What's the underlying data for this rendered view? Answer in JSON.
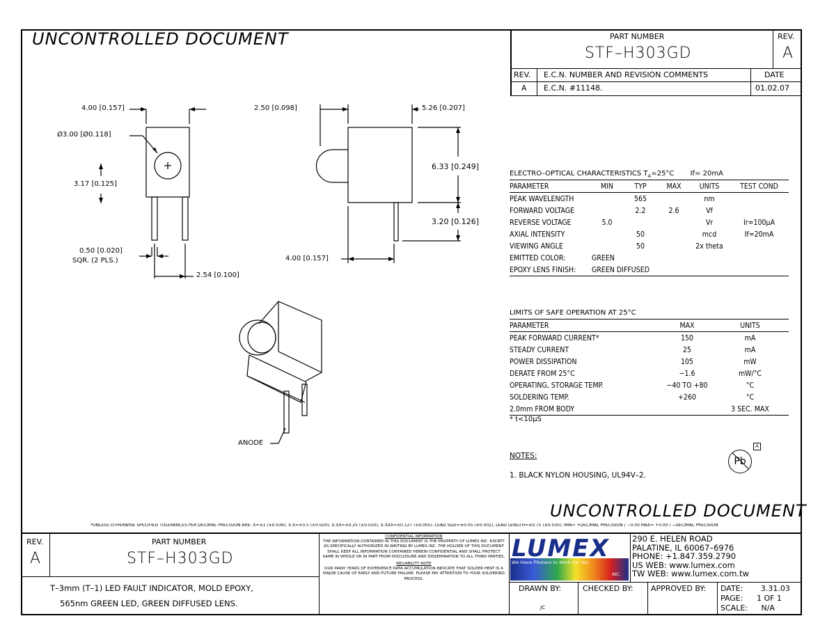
{
  "watermark_top": "UNCONTROLLED DOCUMENT",
  "watermark_bottom": "UNCONTROLLED DOCUMENT",
  "title_block_top": {
    "part_number_label": "PART NUMBER",
    "part_number": "STF–H303GD",
    "rev_label": "REV.",
    "rev": "A"
  },
  "revision_table": {
    "headers": [
      "REV.",
      "E.C.N. NUMBER AND REVISION COMMENTS",
      "DATE"
    ],
    "rows": [
      [
        "A",
        "E.C.N. #11148.",
        "01.02.07"
      ]
    ]
  },
  "dimensions": {
    "d1": "4.00 [0.157]",
    "d2": "Ø3.00 [Ø0.118]",
    "d3": "3.17 [0.125]",
    "d4": "0.50 [0.020]",
    "d4b": "SQR. (2 PLS.)",
    "d5": "2.54 [0.100]",
    "d6": "2.50 [0.098]",
    "d7": "5.26 [0.207]",
    "d8": "6.33 [0.249]",
    "d9": "3.20 [0.126]",
    "d10": "4.00 [0.157]",
    "anode": "ANODE"
  },
  "electro_optical": {
    "title": "ELECTRO–OPTICAL CHARACTERISTICS T",
    "title_sub": "A",
    "title_rest": "=25°C",
    "if_note": "If= 20mA",
    "headers": [
      "PARAMETER",
      "MIN",
      "TYP",
      "MAX",
      "UNITS",
      "TEST COND"
    ],
    "rows": [
      [
        "PEAK WAVELENGTH",
        "",
        "565",
        "",
        "nm",
        ""
      ],
      [
        "FORWARD VOLTAGE",
        "",
        "2.2",
        "2.6",
        "Vf",
        ""
      ],
      [
        "REVERSE VOLTAGE",
        "5.0",
        "",
        "",
        "Vr",
        "Ir=100µA"
      ],
      [
        "AXIAL INTENSITY",
        "",
        "50",
        "",
        "mcd",
        "If=20mA"
      ],
      [
        "VIEWING ANGLE",
        "",
        "50",
        "",
        "2x theta",
        ""
      ]
    ],
    "emitted_color_label": "EMITTED COLOR:",
    "emitted_color": "GREEN",
    "lens_label": "EPOXY LENS FINISH:",
    "lens": "GREEN DIFFUSED"
  },
  "limits": {
    "title": "LIMITS OF SAFE OPERATION AT 25°C",
    "headers": [
      "PARAMETER",
      "MAX",
      "UNITS"
    ],
    "rows": [
      [
        "PEAK FORWARD CURRENT*",
        "150",
        "mA"
      ],
      [
        "STEADY CURRENT",
        "25",
        "mA"
      ],
      [
        "POWER DISSIPATION",
        "105",
        "mW"
      ],
      [
        "DERATE FROM 25°C",
        "−1.6",
        "mW/°C"
      ],
      [
        "OPERATING, STORAGE TEMP.",
        "−40 TO +80",
        "°C"
      ],
      [
        "SOLDERING TEMP.",
        "+260",
        "°C"
      ],
      [
        "2.0mm FROM BODY",
        "",
        "3 SEC. MAX"
      ]
    ],
    "footnote": "* t<10µS"
  },
  "notes": {
    "title": "NOTES:",
    "items": [
      "1. BLACK NYLON HOUSING, UL94V–2."
    ]
  },
  "pb_badge": "A",
  "pb_symbol": "Pb",
  "tolerance_line": "*UNLESS OTHERWISE SPECIFIED TOLERANCES PER DECIMAL PRECISION ARE: X=±1 (±0.039), X.X=±0.5 (±0.020), X.XX=±0.25 (±0.010), X.XXX=±0.127 (±0.005). LEAD SIZE=±0.05 (±0.002), LEAD LENGTH=±0.75 (±0.030), MIN= +DECIMAL PRECISION / −0.00 MAX= +0.00 / −DECIMAL PRECISION",
  "title_block_bottom": {
    "rev_label": "REV.",
    "rev": "A",
    "part_number_label": "PART NUMBER",
    "part_number": "STF–H303GD",
    "description_1": "T–3mm (T–1) LED FAULT INDICATOR, MOLD EPOXY,",
    "description_2": "565nm GREEN LED, GREEN DIFFUSED LENS.",
    "confidential_title": "CONFIDENTIAL INFORMATION",
    "confidential_text": "THE INFORMATION CONTAINED IN THIS DOCUMENT IS THE PROPERTY OF LUMEX INC. EXCEPT AS SPECIFICALLY AUTHORIZED IN WRITING BY LUMEX INC. THE HOLDER OF THIS DOCUMENT SHALL KEEP ALL INFORMATION CONTAINED HEREIN CONFIDENTIAL AND SHALL PROTECT SAME IN WHOLE OR IN PART FROM DISCLOSURE AND DISSEMINATION TO ALL THIRD PARTIES.",
    "reliability_title": "RELIABILITY NOTE",
    "reliability_text": "OUR MANY YEARS OF EXPERIENCE DATA ACCUMULATION INDICATE THAT SOLDER HEAT IS A MAJOR CAUSE OF EARLY AND FUTURE FAILURE. PLEASE PAY ATTENTION TO YOUR SOLDERING PROCESS.",
    "logo_text": "LUMEX",
    "logo_tagline": "We Have Photons to Work For You",
    "logo_inc": "INC.",
    "address": [
      "290 E. HELEN ROAD",
      "PALATINE, IL 60067–6976",
      "PHONE: +1.847.359.2790",
      "US WEB: www.lumex.com",
      "TW WEB: www.lumex.com.tw"
    ],
    "drawn_by_label": "DRAWN BY:",
    "drawn_by": "JC",
    "checked_by_label": "CHECKED BY:",
    "approved_by_label": "APPROVED BY:",
    "date_label": "DATE:",
    "date": "3.31.03",
    "page_label": "PAGE:",
    "page": "1 OF 1",
    "scale_label": "SCALE:",
    "scale": "N/A"
  },
  "colors": {
    "ink": "#000000",
    "logo_blue": "#1a2f8a",
    "logo_red": "#d42020"
  }
}
